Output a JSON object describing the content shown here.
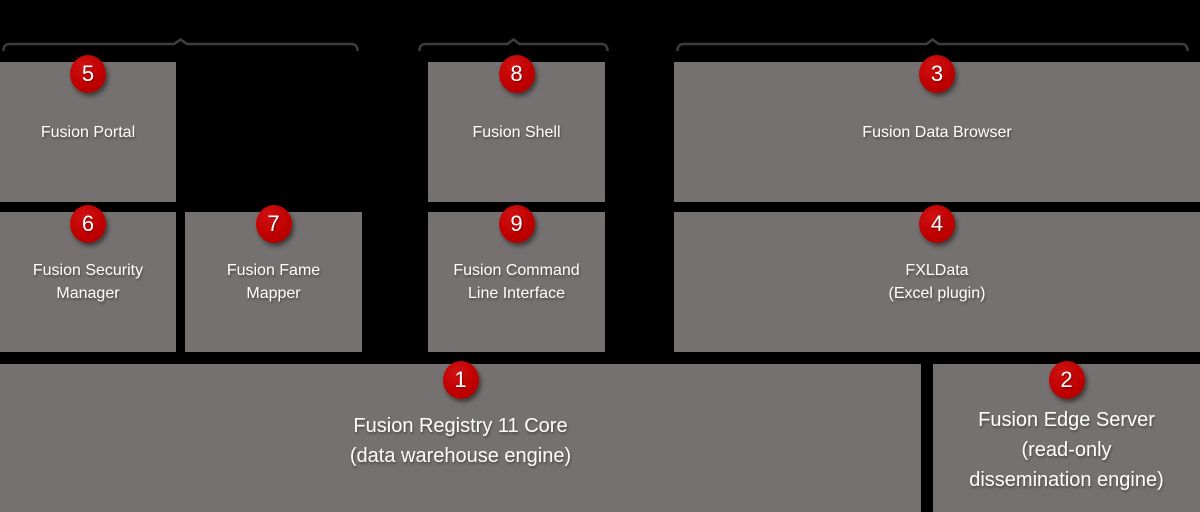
{
  "colors": {
    "background": "#000000",
    "box": "#767171",
    "badge": "#c00000",
    "text": "#ffffff",
    "bracket": "#3d3d3d"
  },
  "boxes": {
    "portal": {
      "number": "5",
      "label": "Fusion Portal"
    },
    "security": {
      "number": "6",
      "label": "Fusion Security\nManager"
    },
    "fame": {
      "number": "7",
      "label": "Fusion Fame\nMapper"
    },
    "shell": {
      "number": "8",
      "label": "Fusion Shell"
    },
    "cli": {
      "number": "9",
      "label": "Fusion Command\nLine Interface"
    },
    "browser": {
      "number": "3",
      "label": "Fusion Data Browser"
    },
    "fxl": {
      "number": "4",
      "label": "FXLData\n(Excel plugin)"
    },
    "core": {
      "number": "1",
      "label": "Fusion Registry 11 Core\n(data warehouse engine)"
    },
    "edge": {
      "number": "2",
      "label": "Fusion Edge Server\n(read-only\ndissemination engine)"
    }
  }
}
